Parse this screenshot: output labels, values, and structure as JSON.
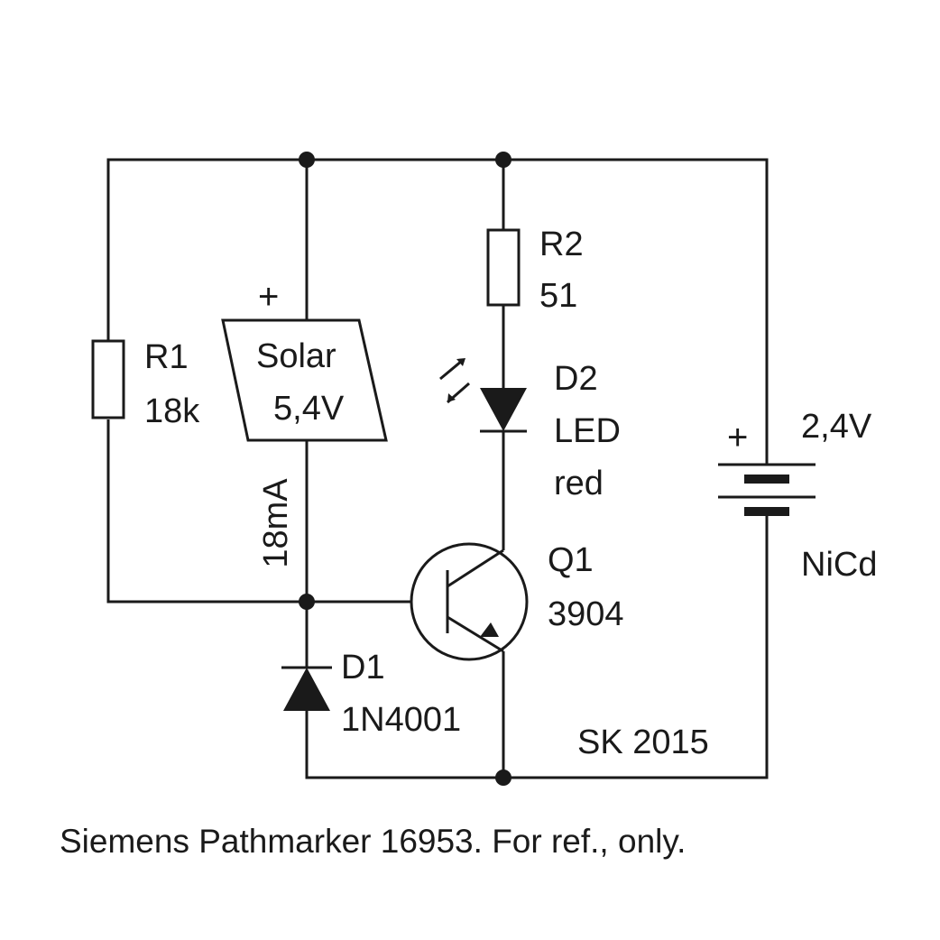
{
  "components": {
    "r1": {
      "ref": "R1",
      "value": "18k"
    },
    "r2": {
      "ref": "R2",
      "value": "51"
    },
    "solar": {
      "name": "Solar",
      "voltage": "5,4V",
      "polarity": "+",
      "current": "18mA"
    },
    "d2": {
      "ref": "D2",
      "type": "LED",
      "color": "red"
    },
    "q1": {
      "ref": "Q1",
      "part": "3904"
    },
    "d1": {
      "ref": "D1",
      "part": "1N4001"
    },
    "battery": {
      "voltage": "2,4V",
      "type": "NiCd",
      "polarity": "+"
    }
  },
  "signature": "SK 2015",
  "caption": "Siemens Pathmarker 16953. For ref., only."
}
